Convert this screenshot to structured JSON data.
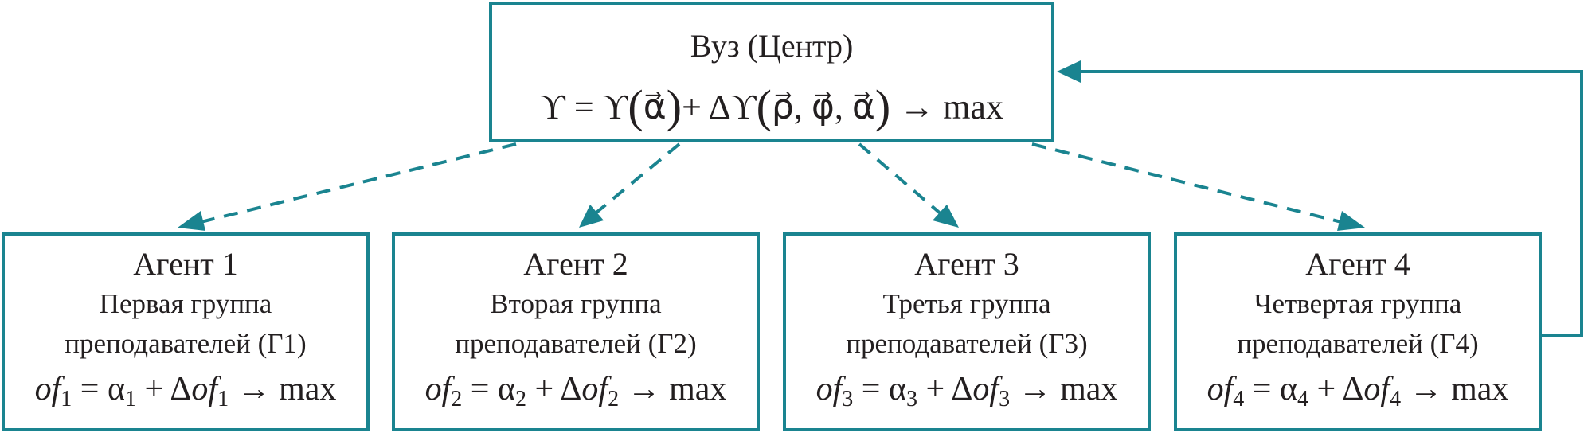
{
  "center": {
    "title": "Вуз (Центр)"
  },
  "agents": [
    {
      "name": "Агент 1",
      "line1": "Первая группа",
      "line2": "преподавателей (Г1)",
      "index": "1"
    },
    {
      "name": "Агент 2",
      "line1": "Вторая группа",
      "line2": "преподавателей (Г2)",
      "index": "2"
    },
    {
      "name": "Агент 3",
      "line1": "Третья группа",
      "line2": "преподавателей (Г3)",
      "index": "3"
    },
    {
      "name": "Агент 4",
      "line1": "Четвертая группа",
      "line2": "преподавателей (Г4)",
      "index": "4"
    }
  ],
  "formula_terms": {
    "max": "max"
  },
  "colors": {
    "accent": "#1a8490",
    "text": "#231f20"
  }
}
